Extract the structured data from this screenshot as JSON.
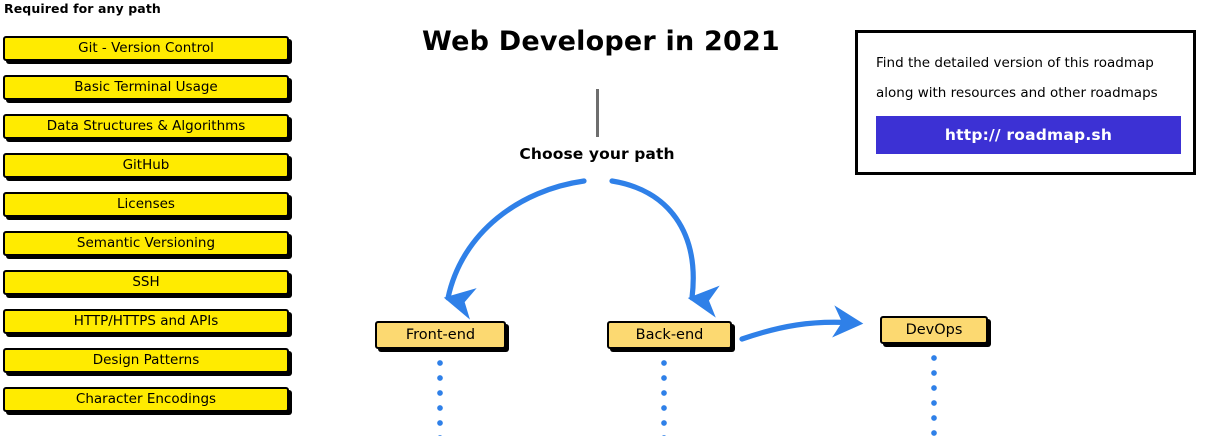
{
  "page": {
    "title": "Web Developer in 2021",
    "background": "#ffffff"
  },
  "colors": {
    "required_box_fill": "#ffeb00",
    "path_box_fill": "#fcd971",
    "arrow_blue": "#2f80e8",
    "promo_button_bg": "#3c31d4",
    "stem_gray": "#6e6e6e",
    "outline": "#000000"
  },
  "required_section": {
    "heading": "Required for any path",
    "items": [
      {
        "label": "Git - Version Control"
      },
      {
        "label": "Basic Terminal Usage"
      },
      {
        "label": "Data Structures & Algorithms"
      },
      {
        "label": "GitHub"
      },
      {
        "label": "Licenses"
      },
      {
        "label": "Semantic Versioning"
      },
      {
        "label": "SSH"
      },
      {
        "label": "HTTP/HTTPS and APIs"
      },
      {
        "label": "Design Patterns"
      },
      {
        "label": "Character Encodings"
      }
    ]
  },
  "center": {
    "title": "Web Developer in 2021",
    "choose_label": "Choose your path",
    "paths": [
      {
        "id": "frontend",
        "label": "Front-end"
      },
      {
        "id": "backend",
        "label": "Back-end"
      },
      {
        "id": "devops",
        "label": "DevOps"
      }
    ]
  },
  "promo": {
    "line1": "Find the detailed version of this roadmap",
    "line2": "along with resources and other roadmaps",
    "button_label": "http:// roadmap.sh"
  }
}
